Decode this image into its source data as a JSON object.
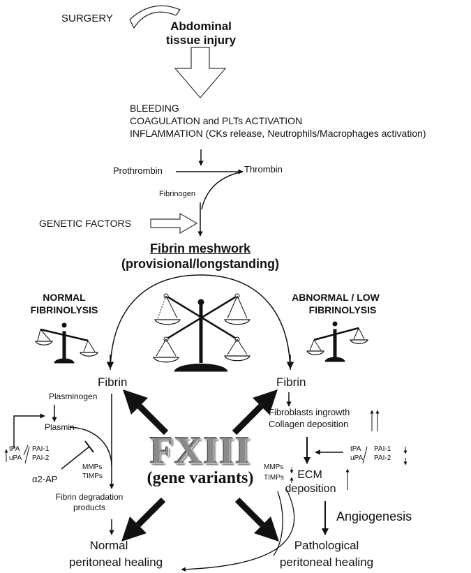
{
  "top": {
    "surgery": "SURGERY",
    "injury_line1": "Abdominal",
    "injury_line2": "tissue injury"
  },
  "response": {
    "bleeding": "BLEEDING",
    "coagulation": "COAGULATION and PLTs ACTIVATION",
    "inflammation": "INFLAMMATION (CKs release, Neutrophils/Macrophages activation)"
  },
  "cascade": {
    "prothrombin": "Prothrombin",
    "thrombin": "Thrombin",
    "fibrinogen": "Fibrinogen",
    "genetic_factors": "GENETIC FACTORS"
  },
  "meshwork": {
    "line1": "Fibrin meshwork",
    "line2": "(provisional/longstanding)"
  },
  "normal": {
    "title_line1": "NORMAL",
    "title_line2": "FIBRINOLYSIS",
    "fibrin": "Fibrin",
    "plasminogen": "Plasminogen",
    "plasmin": "Plasmin",
    "tpa": "tPA",
    "upa": "uPA",
    "pai1": "PAI-1",
    "pai2": "PAI-2",
    "mmps": "MMPs",
    "timps": "TIMPs",
    "a2ap": "α2-AP",
    "fdp_line1": "Fibrin degradation",
    "fdp_line2": "products",
    "outcome_line1": "Normal",
    "outcome_line2": "peritoneal healing"
  },
  "abnormal": {
    "title_line1": "ABNORMAL / LOW",
    "title_line2": "FIBRINOLYSIS",
    "fibrin": "Fibrin",
    "fibroblasts": "Fibroblasts ingrowth",
    "collagen": "Collagen deposition",
    "tpa": "tPA",
    "upa": "uPA",
    "pai1": "PAI-1",
    "pai2": "PAI-2",
    "mmps": "MMPs",
    "timps": "TIMPs",
    "ecm_line1": "ECM",
    "ecm_line2": "deposition",
    "angiogenesis": "Angiogenesis",
    "outcome_line1": "Pathological",
    "outcome_line2": "peritoneal healing"
  },
  "center": {
    "fxiii": "FXIII",
    "gene_variants": "(gene variants)"
  },
  "colors": {
    "ink": "#111111",
    "fxiii_metal": "#8a8a8a",
    "background": "#ffffff"
  }
}
